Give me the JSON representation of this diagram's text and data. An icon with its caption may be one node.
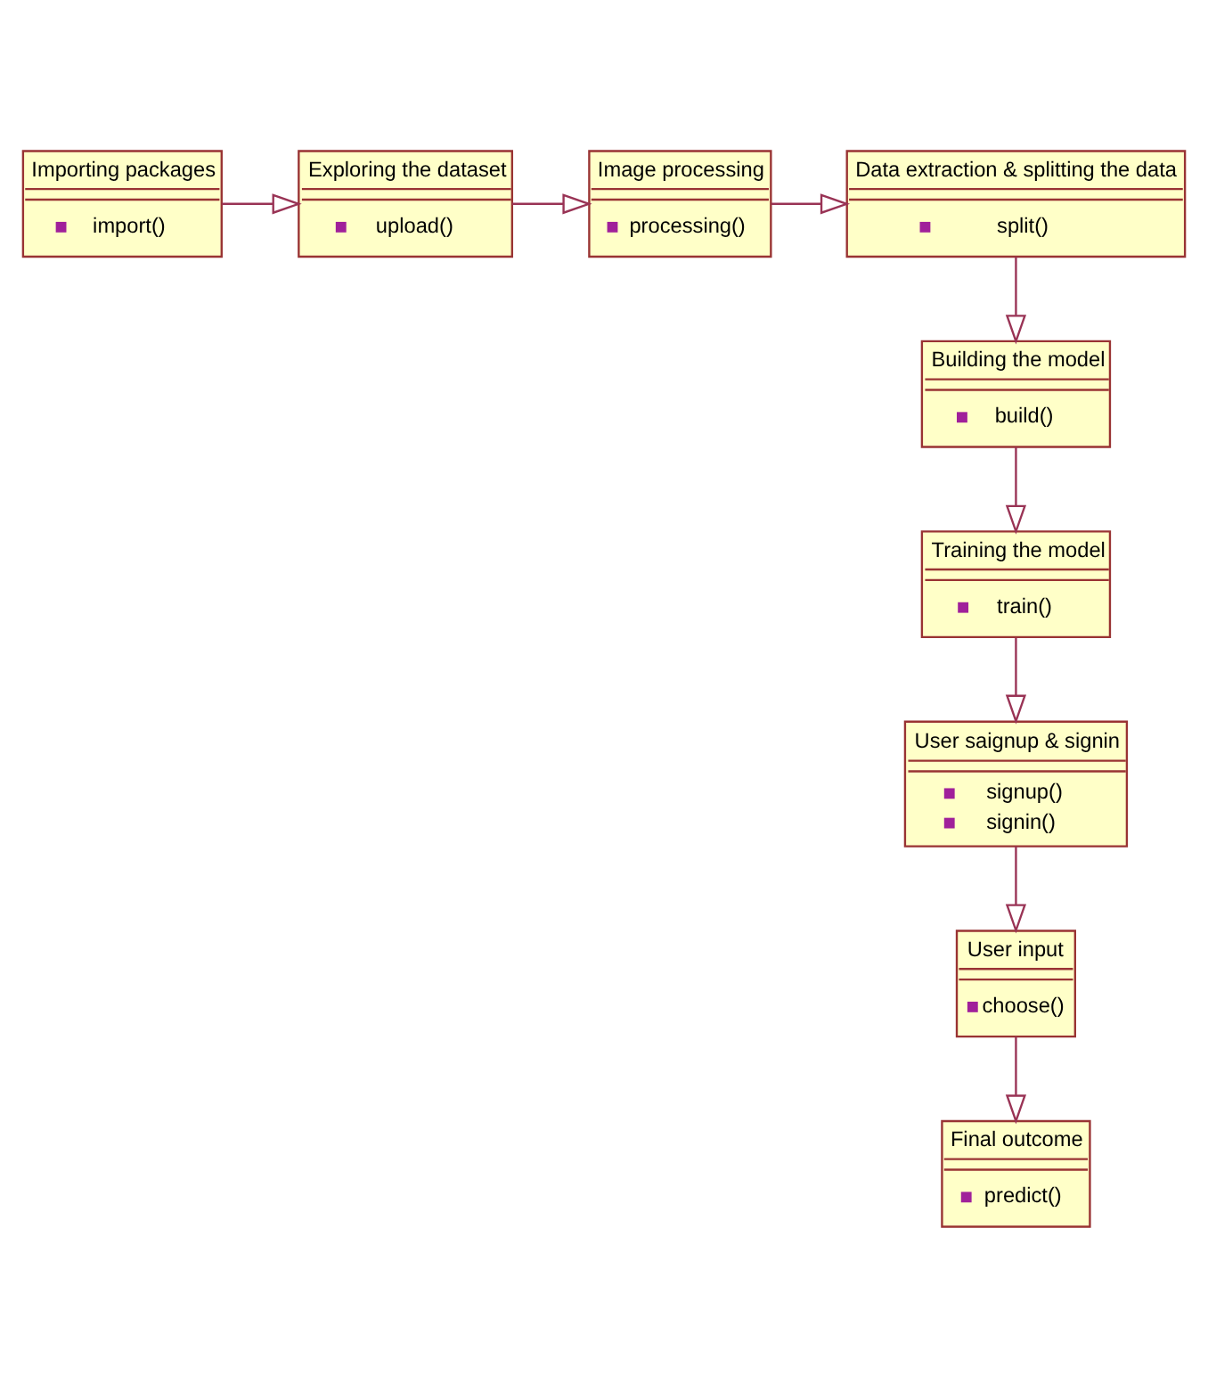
{
  "diagram": {
    "nodes": [
      {
        "text": [
          "Importing packages",
          "import()"
        ]
      },
      {
        "text": [
          "Exploring the dataset",
          "upload()"
        ]
      },
      {
        "text": [
          "Image processing",
          "processing()"
        ]
      },
      {
        "text": [
          "Data extraction & splitting the data",
          "split()"
        ]
      },
      {
        "text": [
          "Building the model",
          "build()"
        ]
      },
      {
        "text": [
          "Training the model",
          "train()"
        ]
      },
      {
        "text": [
          "User saignup & signin",
          "signup()",
          "signin()"
        ]
      },
      {
        "text": [
          "User input",
          "choose()"
        ]
      },
      {
        "text": [
          "Final outcome",
          "predict()"
        ]
      }
    ],
    "edges": [
      {
        "from": 0,
        "to": 1,
        "arrow": "to"
      },
      {
        "from": 1,
        "to": 2,
        "arrow": "to"
      },
      {
        "from": 2,
        "to": 3,
        "arrow": "to"
      },
      {
        "from": 3,
        "to": 4,
        "arrow": "to"
      },
      {
        "from": 4,
        "to": 5,
        "arrow": "to"
      },
      {
        "from": 5,
        "to": 6,
        "arrow": "to"
      },
      {
        "from": 6,
        "to": 7,
        "arrow": "to"
      },
      {
        "from": 7,
        "to": 8,
        "arrow": "to"
      }
    ]
  }
}
